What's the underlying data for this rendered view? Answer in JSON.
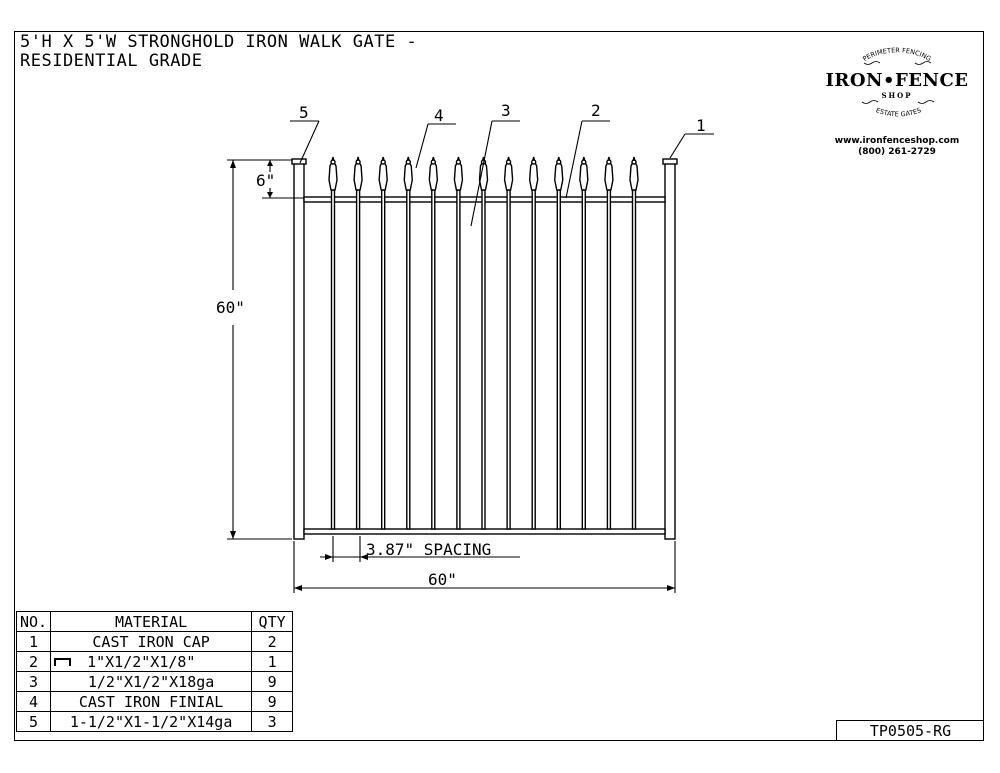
{
  "title": {
    "line1": "5'H X 5'W STRONGHOLD IRON WALK GATE -",
    "line2": "RESIDENTIAL GRADE"
  },
  "logo": {
    "arc_top": "PERIMETER FENCING",
    "main": "IRON•FENCE",
    "sub": "SHOP",
    "arc_bottom": "ESTATE GATES",
    "url": "www.ironfenceshop.com",
    "phone": "(800) 261-2729"
  },
  "callouts": [
    "1",
    "2",
    "3",
    "4",
    "5"
  ],
  "dimensions": {
    "height": "60\"",
    "top_offset": "6\"",
    "spacing": "3.87\" SPACING",
    "width": "60\""
  },
  "gate": {
    "pickets": 13,
    "finials": 13
  },
  "bom": {
    "headers": [
      "NO.",
      "MATERIAL",
      "QTY"
    ],
    "rows": [
      {
        "no": "1",
        "material": "CAST IRON CAP",
        "qty": "2",
        "icon": false
      },
      {
        "no": "2",
        "material": "1\"X1/2\"X1/8\"",
        "qty": "1",
        "icon": true
      },
      {
        "no": "3",
        "material": "1/2\"X1/2\"X18ga",
        "qty": "9",
        "icon": false
      },
      {
        "no": "4",
        "material": "CAST IRON FINIAL",
        "qty": "9",
        "icon": false
      },
      {
        "no": "5",
        "material": "1-1/2\"X1-1/2\"X14ga",
        "qty": "3",
        "icon": false
      }
    ]
  },
  "drawing_number": "TP0505-RG"
}
